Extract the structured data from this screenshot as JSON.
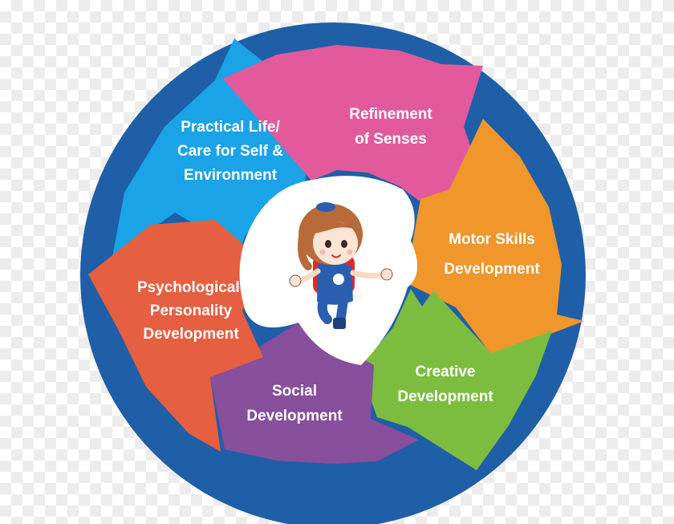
{
  "diagram": {
    "segments": [
      {
        "id": "practical-life",
        "lines": [
          "Practical Life/",
          "Care for Self &",
          "Environment"
        ],
        "color": "#1aa3e6"
      },
      {
        "id": "refinement-of-senses",
        "lines": [
          "Refinement",
          "of Senses"
        ],
        "color": "#e25a9c"
      },
      {
        "id": "motor-skills",
        "lines": [
          "Motor Skills",
          "Development"
        ],
        "color": "#f0962a"
      },
      {
        "id": "creative-development",
        "lines": [
          "Creative",
          "Development"
        ],
        "color": "#7cbd3f"
      },
      {
        "id": "social-development",
        "lines": [
          "Social",
          "Development"
        ],
        "color": "#874f9c"
      },
      {
        "id": "psychological-personality",
        "lines": [
          "Psychological-",
          "Personality",
          "Development"
        ],
        "color": "#e55f40"
      }
    ],
    "ring_color": "#1f5fa8",
    "center_color": "#ffffff"
  }
}
